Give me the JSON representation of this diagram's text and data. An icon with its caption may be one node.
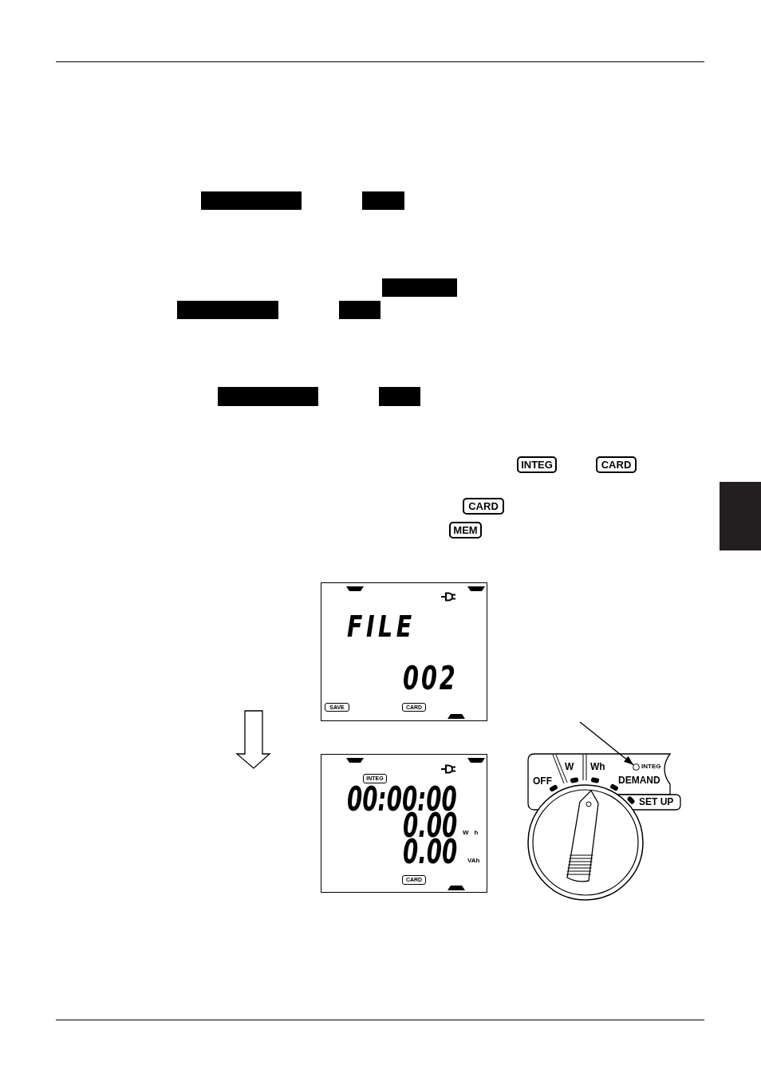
{
  "diagram": {
    "nodes": [
      {
        "text": [],
        "shape": "box"
      },
      {
        "text": [
          "FILE",
          "002",
          "SAVE",
          "CARD"
        ]
      },
      {
        "text": [
          "INTEG",
          "00:00:00",
          "0.00",
          "Wh",
          "0.00",
          "VAh",
          "CARD"
        ]
      },
      {
        "text": [],
        "shape": "circle",
        "beside": [
          "INTEG"
        ]
      }
    ],
    "edges": [
      {
        "from": null,
        "to": 3,
        "arrow": "to"
      }
    ],
    "labels": [
      "INTEG",
      "CARD",
      "CARD",
      "MEM",
      "OFF",
      "W",
      "Wh",
      "DEMAND",
      "SET UP"
    ]
  }
}
